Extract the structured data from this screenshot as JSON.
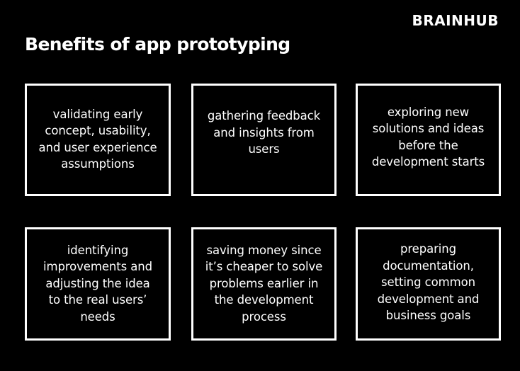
{
  "header": {
    "brand": "BRAINHUB",
    "title": "Benefits of app prototyping"
  },
  "colors": {
    "background": "#000000",
    "foreground": "#ffffff"
  },
  "cards": [
    {
      "text": "validating early concept, usability, and user experience assumptions",
      "lines": [
        "validating early",
        "concept, usability,",
        "and user experience",
        "assumptions"
      ]
    },
    {
      "text": "gathering feedback and insights from users",
      "lines": [
        "gathering feedback",
        "and insights from",
        "users"
      ]
    },
    {
      "text": "exploring new solutions and ideas before the development starts",
      "lines": [
        "exploring new",
        "solutions and ideas",
        "before the",
        "development starts"
      ]
    },
    {
      "text": "identifying improvements and adjusting the idea to the real users’ needs",
      "lines": [
        "identifying",
        "improvements and",
        "adjusting the idea",
        "to the real users’",
        "needs"
      ]
    },
    {
      "text": "saving money since it’s cheaper to solve problems earlier in the development process",
      "lines": [
        "saving money since",
        "it’s cheaper to solve",
        "problems earlier in",
        "the development",
        "process"
      ]
    },
    {
      "text": "preparing documentation, setting common development and business goals",
      "lines": [
        "preparing",
        "documentation,",
        "setting common",
        "development and",
        "business goals"
      ]
    }
  ]
}
